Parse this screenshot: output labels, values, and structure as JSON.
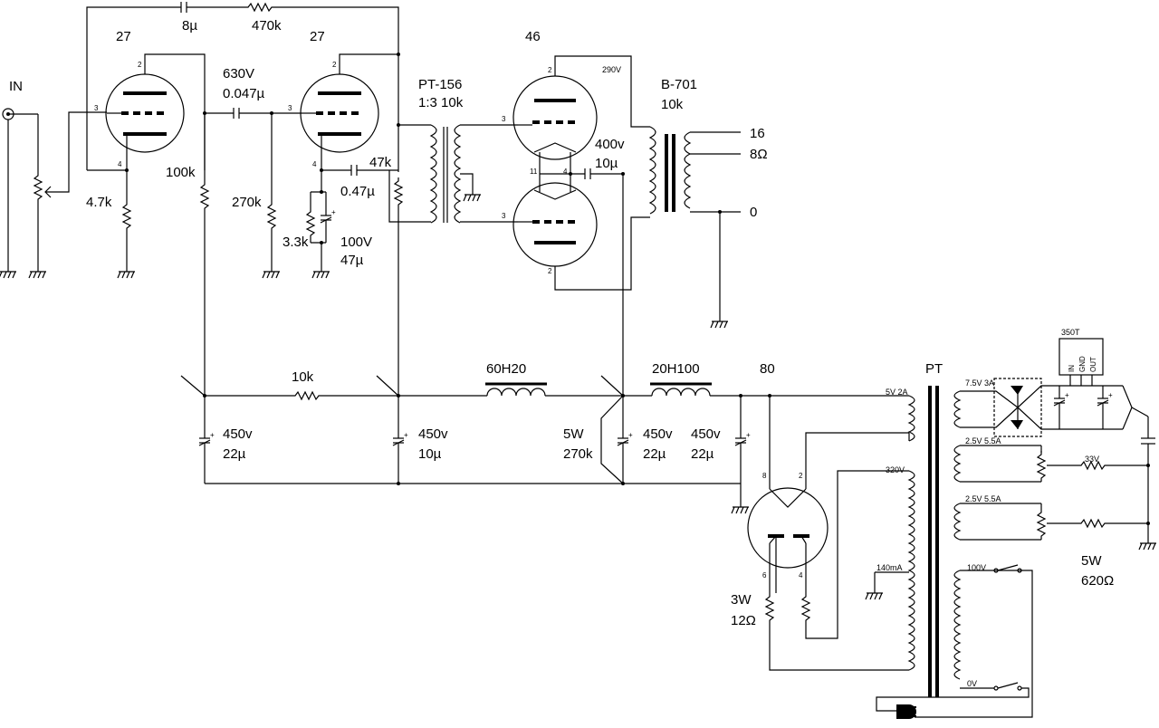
{
  "components": {
    "input_label": "IN",
    "tube_v1": "27",
    "tube_v2": "27",
    "tube_v3": "46",
    "tube_rect": "80",
    "cap_8u": "8µ",
    "res_470k": "470k",
    "cap_630v": "630V",
    "cap_0047": "0.047µ",
    "res_47_k": "4.7k",
    "res_100k": "100k",
    "res_270k": "270k",
    "res_33k": "3.3k",
    "res_47k": "47k",
    "cap_047": "0.47µ",
    "cap_100v": "100V",
    "cap_47u": "47µ",
    "pt156": "PT-156",
    "pt156_ratio": "1:3 10k",
    "v290": "290V",
    "cap_400v": "400v",
    "cap_10u_a": "10µ",
    "b701": "B-701",
    "b701_imp": "10k",
    "out_16": "16",
    "out_8": "8Ω",
    "out_0": "0",
    "res_10k": "10k",
    "choke_60h": "60H20",
    "choke_20h": "20H100",
    "pt_label": "PT",
    "cap_450v_a": "450v",
    "cap_22u_a": "22µ",
    "cap_450v_b": "450v",
    "cap_10u_b": "10µ",
    "res_5w": "5W",
    "res_270k_b": "270k",
    "cap_450v_c": "450v",
    "cap_22u_c": "22µ",
    "cap_450v_d": "450v",
    "cap_22u_d": "22µ",
    "res_3w": "3W",
    "res_12r": "12Ω",
    "w_5v2a": "5V 2A",
    "w_320v": "320V",
    "w_140ma": "140mA",
    "w_75v3a": "7.5V 3A",
    "w_25v55a_a": "2.5V 5.5A",
    "w_25v55a_b": "2.5V 5.5A",
    "w_100v": "100V",
    "w_0v": "0V",
    "reg_350t": "350T",
    "reg_in": "IN",
    "reg_gnd": "GND",
    "reg_out": "OUT",
    "res_33v": "33V",
    "res_5w_b": "5W",
    "res_620r": "620Ω"
  },
  "pins": {
    "p2": "2",
    "p3": "3",
    "p4": "4",
    "p6": "6",
    "p8": "8",
    "p11": "11",
    "p4b": "4"
  }
}
